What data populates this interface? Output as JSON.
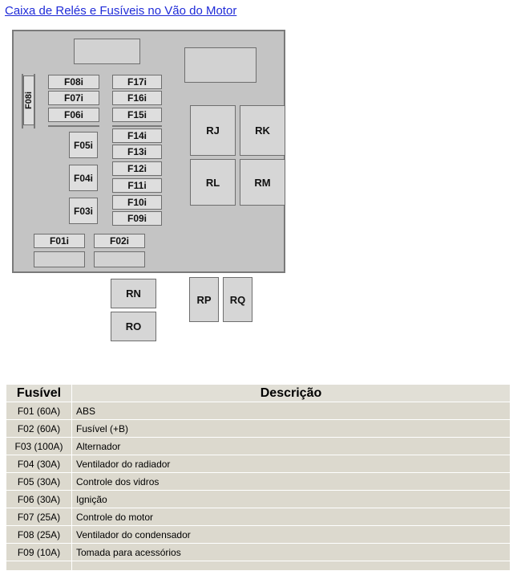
{
  "title": "Caixa de Relés e Fusíveis no Vão do Motor",
  "diagram": {
    "fuses": {
      "f08i_vertical": "F08i",
      "f08i": "F08i",
      "f07i": "F07i",
      "f06i": "F06i",
      "f05i": "F05i",
      "f04i": "F04i",
      "f03i": "F03i",
      "f17i": "F17i",
      "f16i": "F16i",
      "f15i": "F15i",
      "f14i": "F14i",
      "f13i": "F13i",
      "f12i": "F12i",
      "f11i": "F11i",
      "f10i": "F10i",
      "f09i": "F09i",
      "f01i": "F01i",
      "f02i": "F02i"
    },
    "relays": {
      "rj": "RJ",
      "rk": "RK",
      "rl": "RL",
      "rm": "RM",
      "rn": "RN",
      "ro": "RO",
      "rp": "RP",
      "rq": "RQ"
    }
  },
  "table": {
    "headers": [
      "Fusível",
      "Descrição"
    ],
    "rows": [
      [
        "F01 (60A)",
        "ABS"
      ],
      [
        "F02 (60A)",
        "Fusível (+B)"
      ],
      [
        "F03 (100A)",
        "Alternador"
      ],
      [
        "F04 (30A)",
        "Ventilador do radiador"
      ],
      [
        "F05 (30A)",
        "Controle dos vidros"
      ],
      [
        "F06 (30A)",
        "Ignição"
      ],
      [
        "F07 (25A)",
        "Controle do motor"
      ],
      [
        "F08 (25A)",
        "Ventilador do condensador"
      ],
      [
        "F09 (10A)",
        "Tomada para acessórios"
      ],
      [
        "",
        ""
      ]
    ]
  }
}
